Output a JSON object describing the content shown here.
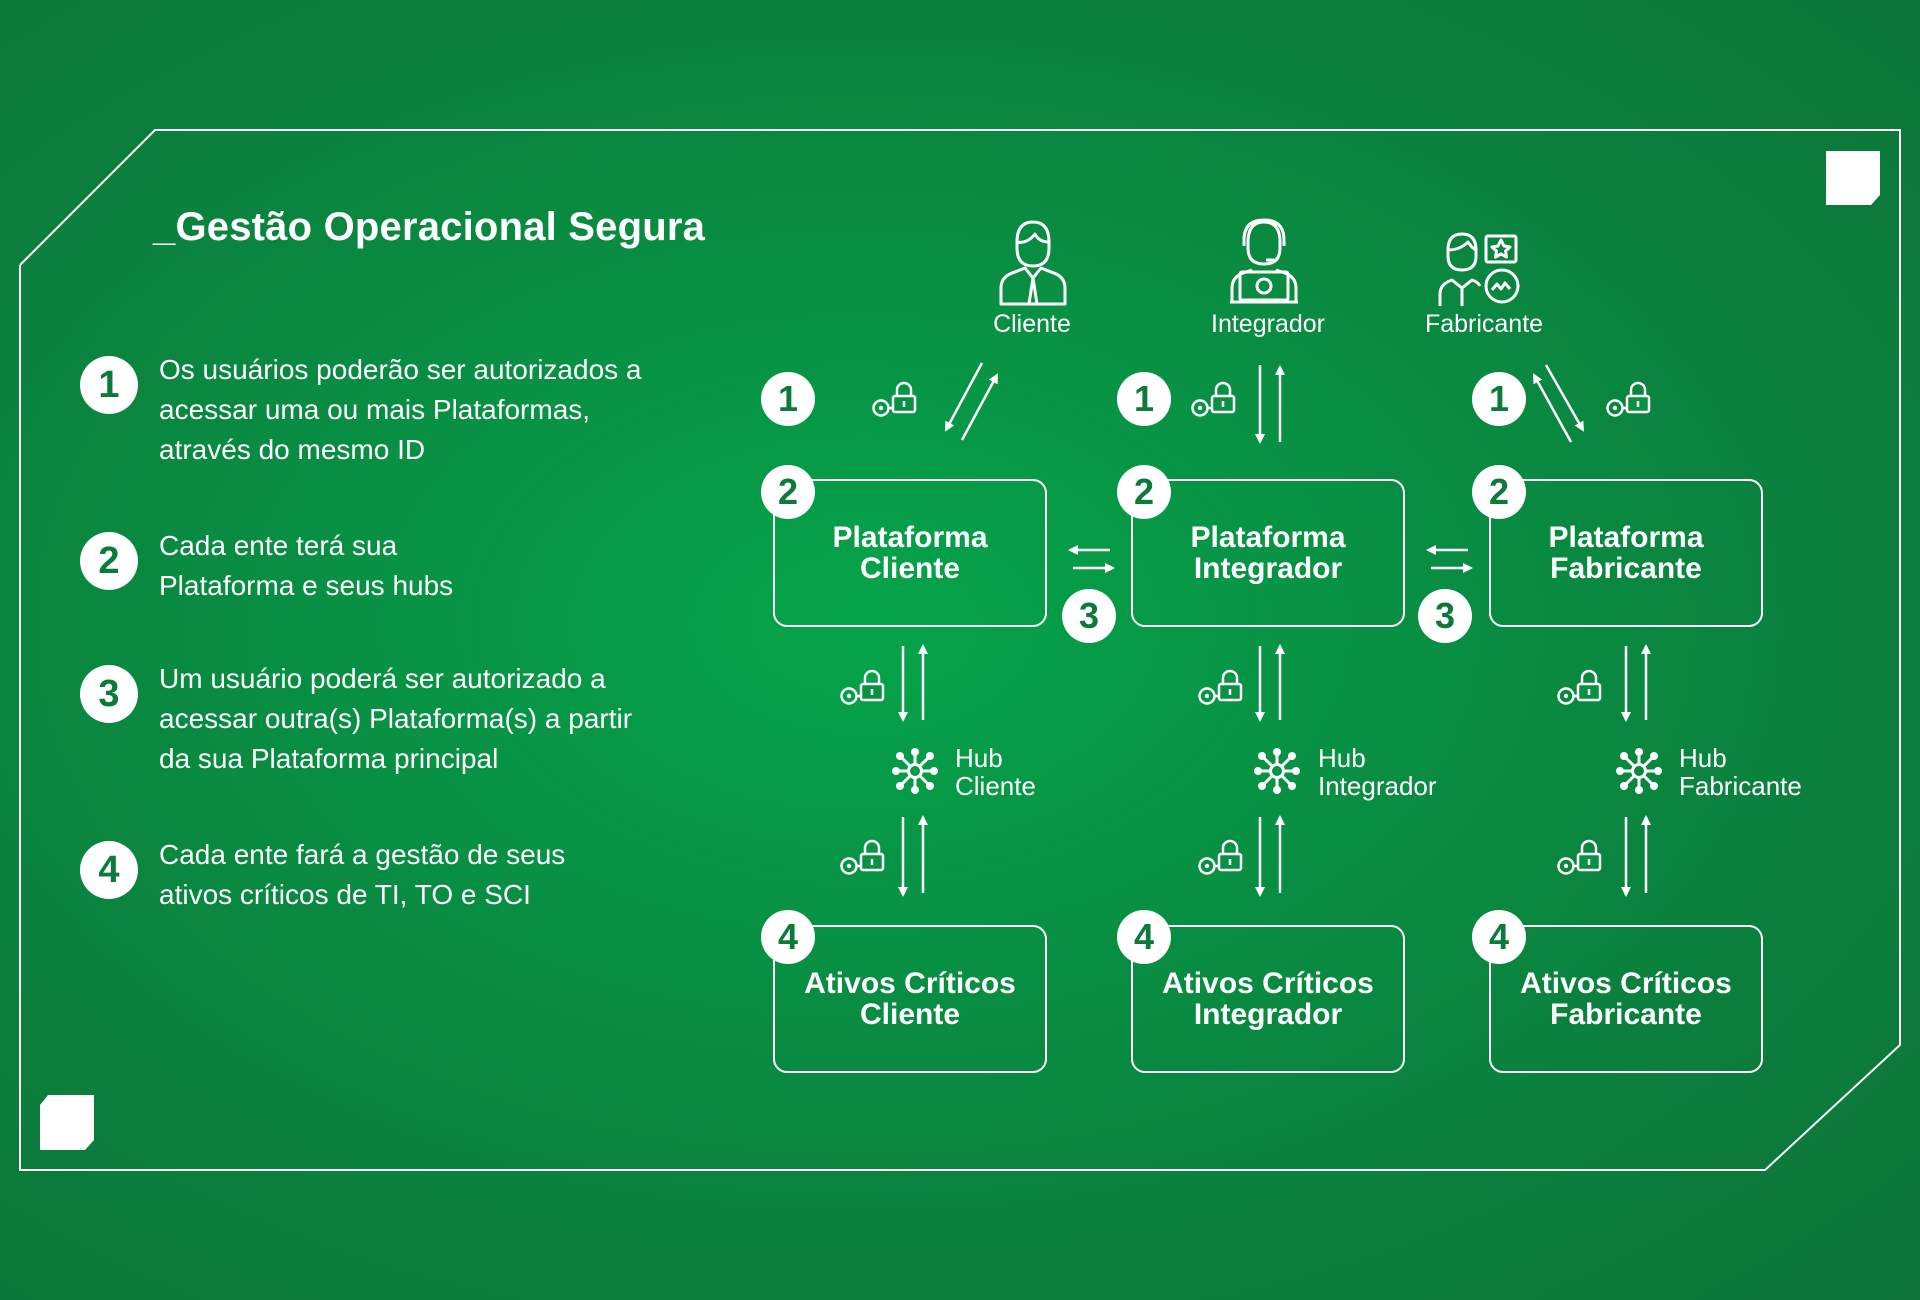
{
  "title": "_Gestão Operacional Segura",
  "steps": [
    {
      "number": "1",
      "text": "Os usuários poderão ser autorizados a acessar uma ou mais Plataformas, através do mesmo ID"
    },
    {
      "number": "2",
      "text": "Cada ente terá sua Plataforma e seus hubs"
    },
    {
      "number": "3",
      "text": "Um usuário poderá ser autorizado a acessar outra(s) Plataforma(s) a partir da sua Plataforma principal"
    },
    {
      "number": "4",
      "text": "Cada ente fará a gestão de seus ativos críticos de TI, TO e SCI"
    }
  ],
  "actors": [
    {
      "label": "Cliente",
      "icon": "user-icon"
    },
    {
      "label": "Integrador",
      "icon": "technician-icon"
    },
    {
      "label": "Fabricante",
      "icon": "manufacturer-icon"
    }
  ],
  "platforms": [
    {
      "badge": "2",
      "label": "Plataforma\nCliente"
    },
    {
      "badge": "2",
      "label": "Plataforma\nIntegrador"
    },
    {
      "badge": "2",
      "label": "Plataforma\nFabricante"
    }
  ],
  "hubs": [
    {
      "label": "Hub\nCliente",
      "icon": "network-hub-icon"
    },
    {
      "label": "Hub\nIntegrador",
      "icon": "network-hub-icon"
    },
    {
      "label": "Hub\nFabricante",
      "icon": "network-hub-icon"
    }
  ],
  "assets": [
    {
      "badge": "4",
      "label": "Ativos Críticos\nCliente"
    },
    {
      "badge": "4",
      "label": "Ativos Críticos\nIntegrador"
    },
    {
      "badge": "4",
      "label": "Ativos Críticos\nFabricante"
    }
  ],
  "access_badges": [
    "1",
    "1",
    "1"
  ],
  "federation_badges": [
    "3",
    "3"
  ],
  "colors": {
    "background": "#07963f",
    "foreground": "#ffffff",
    "badge_text": "#0b7a3b"
  }
}
